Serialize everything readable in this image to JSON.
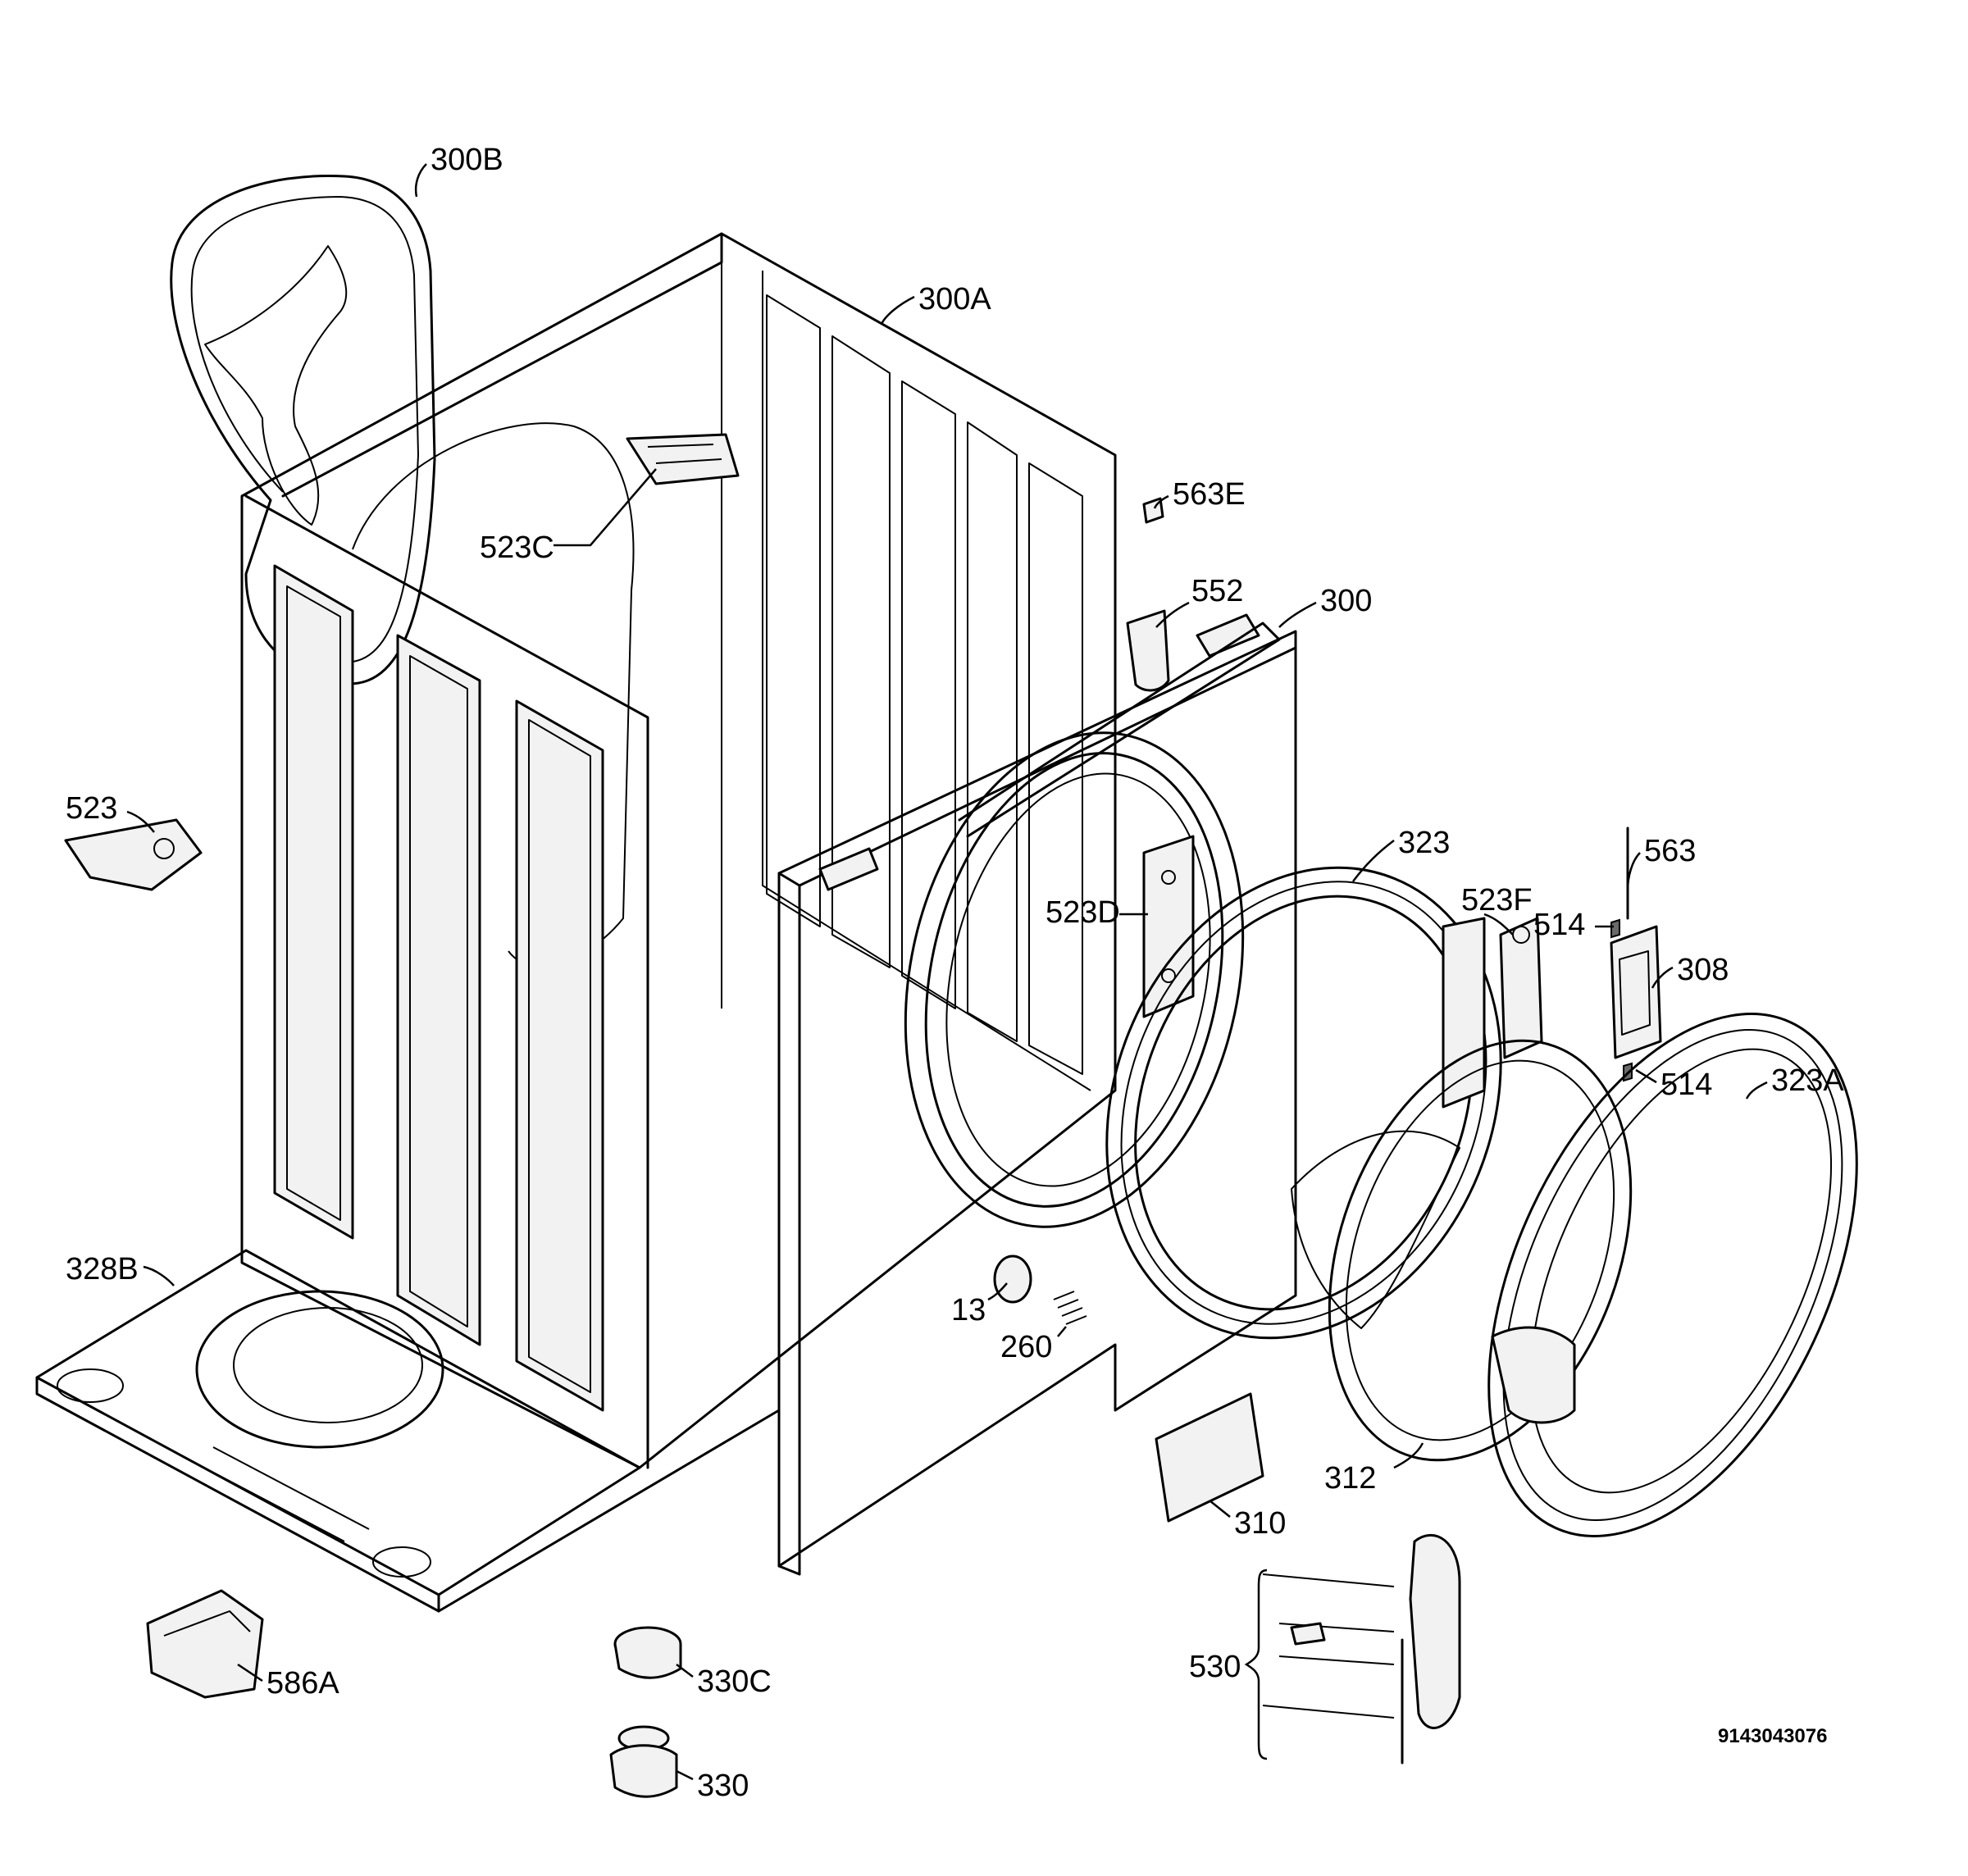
{
  "labels": {
    "l300B": "300B",
    "l300A": "300A",
    "l563E": "563E",
    "l523C": "523C",
    "l552": "552",
    "l300": "300",
    "l523": "523",
    "l323": "323",
    "l523D": "523D",
    "l523F": "523F",
    "l563": "563",
    "l514a": "514",
    "l308": "308",
    "l514b": "514",
    "l323A": "323A",
    "l328B": "328B",
    "l13": "13",
    "l260": "260",
    "l312": "312",
    "l310": "310",
    "l586A": "586A",
    "l330C": "330C",
    "l530": "530",
    "l330": "330"
  },
  "drawing_code": "9143043076"
}
